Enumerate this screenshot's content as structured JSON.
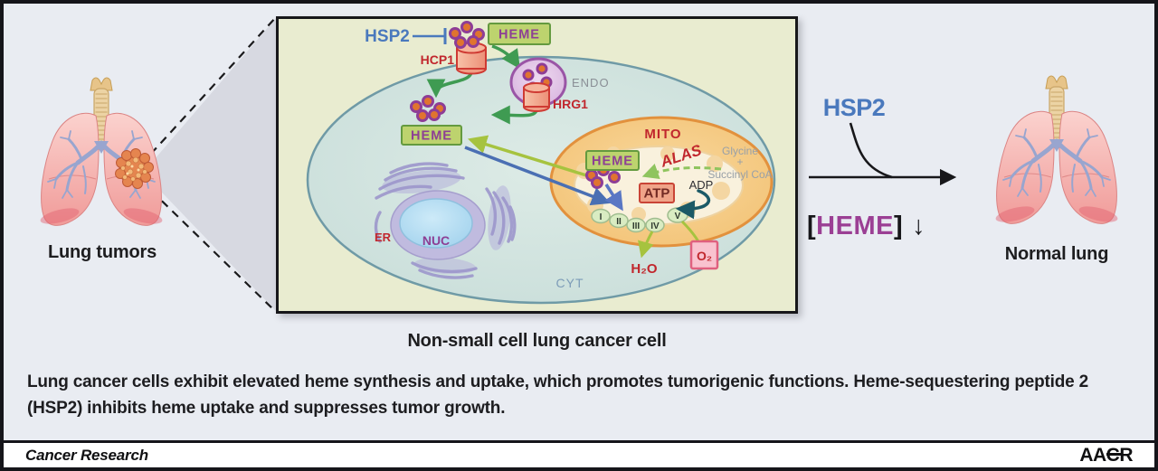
{
  "left_label": "Lung tumors",
  "right": {
    "hsp2": "HSP2",
    "open": "[",
    "heme": "HEME",
    "close": "]",
    "down": "↓",
    "label": "Normal lung"
  },
  "cell": {
    "title": "Non-small cell lung cancer cell",
    "labels": {
      "hsp2": "HSP2",
      "hcp1": "HCP1",
      "heme_out": "HEME",
      "endo": "ENDO",
      "hrg1": "HRG1",
      "heme_cyt": "HEME",
      "mito": "MITO",
      "heme_mito": "HEME",
      "alas": "ALAS",
      "glycine": "Glycine",
      "plus": "+",
      "succinyl": "Succinyl CoA",
      "adp": "ADP",
      "atp": "ATP",
      "c1": "I",
      "c2": "II",
      "c3": "III",
      "c4": "IV",
      "c5": "V",
      "h2o": "H₂O",
      "o2": "O₂",
      "er": "ER",
      "nuc": "NUC",
      "cyt": "CYT"
    }
  },
  "caption": "Lung cancer cells exhibit elevated heme synthesis and uptake, which promotes tumorigenic functions. Heme-sequestering peptide 2 (HSP2) inhibits heme uptake and suppresses tumor growth.",
  "footer": {
    "journal": "Cancer Research",
    "publisher": "AACR"
  },
  "colors": {
    "hsp2_blue": "#4a79bd",
    "heme_purple": "#8d3f94",
    "label_red": "#c1272d",
    "heme_box_green": "#bdd36e",
    "mito_orange": "#f5c77e",
    "cell_teal": "#cfe2df",
    "panel_bg": "#e9ecf2",
    "box_bg": "#e9ecd0",
    "green_arrow": "#3f9b52",
    "olive_arrow": "#a6c33f",
    "blue_arrow": "#4a6fb3",
    "teal_arrow": "#1c5a66"
  }
}
